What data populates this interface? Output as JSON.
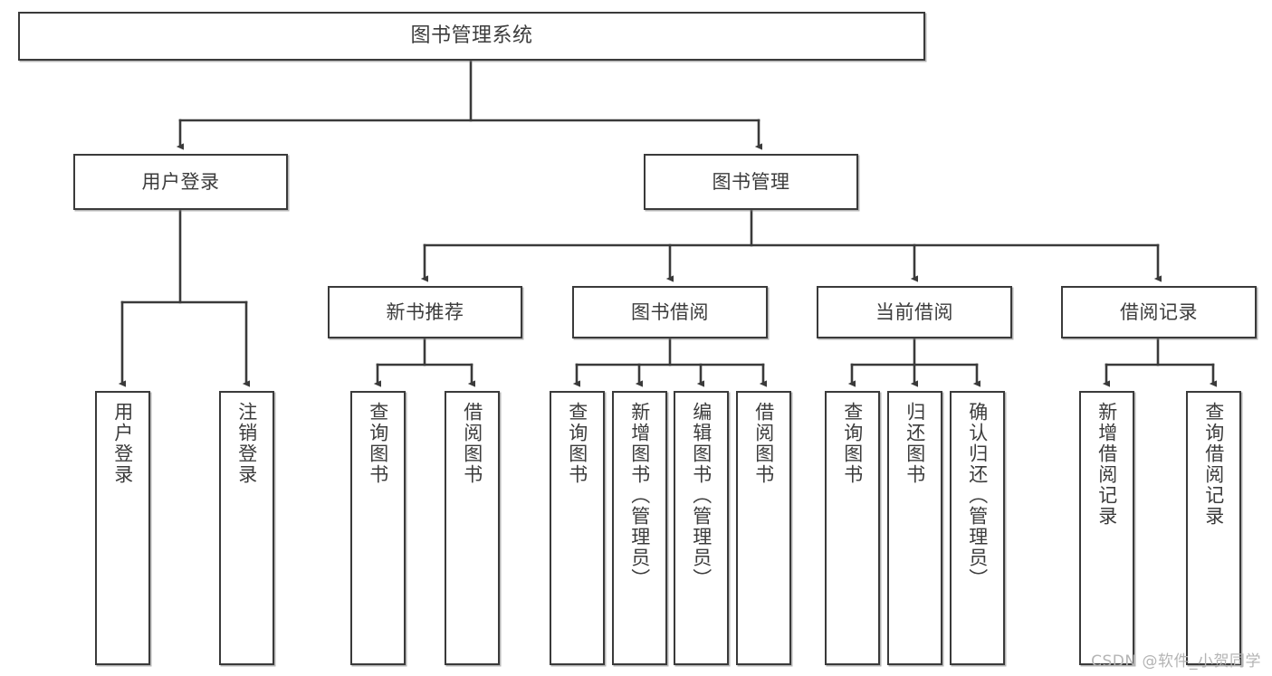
{
  "diagram": {
    "type": "hierarchy-tree",
    "title": "图书管理系统",
    "watermark": "CSDN @软件_小贺同学",
    "colors": {
      "stroke": "#3a3a3a",
      "text": "#3c3c3c",
      "background": "#ffffff",
      "watermark": "#b4b4b4"
    },
    "levels": {
      "root": "图书管理系统",
      "level2": [
        "用户登录",
        "图书管理"
      ],
      "level3": [
        "新书推荐",
        "图书借阅",
        "当前借阅",
        "借阅记录"
      ]
    },
    "nodes": {
      "root": {
        "label": "图书管理系统"
      },
      "user_login": {
        "label": "用户登录"
      },
      "book_manage": {
        "label": "图书管理"
      },
      "new_book_rec": {
        "label": "新书推荐"
      },
      "book_borrow": {
        "label": "图书借阅"
      },
      "current_borrow": {
        "label": "当前借阅"
      },
      "borrow_record": {
        "label": "借阅记录"
      },
      "leaf_user_login": {
        "label": "用户登录"
      },
      "leaf_user_logout": {
        "label": "注销登录"
      },
      "leaf_rec_query": {
        "label": "查询图书"
      },
      "leaf_rec_borrow": {
        "label": "借阅图书"
      },
      "leaf_borrow_query": {
        "label": "查询图书"
      },
      "leaf_borrow_add": {
        "label": "新增图书（管理员）"
      },
      "leaf_borrow_edit": {
        "label": "编辑图书（管理员）"
      },
      "leaf_borrow_borrow": {
        "label": "借阅图书"
      },
      "leaf_cur_query": {
        "label": "查询图书"
      },
      "leaf_cur_return": {
        "label": "归还图书"
      },
      "leaf_cur_confirm": {
        "label": "确认归还（管理员）"
      },
      "leaf_rec_add": {
        "label": "新增借阅记录"
      },
      "leaf_rec_query2": {
        "label": "查询借阅记录"
      }
    },
    "edges": [
      {
        "from": "root",
        "to": "user_login"
      },
      {
        "from": "root",
        "to": "book_manage"
      },
      {
        "from": "user_login",
        "to": "leaf_user_login"
      },
      {
        "from": "user_login",
        "to": "leaf_user_logout"
      },
      {
        "from": "book_manage",
        "to": "new_book_rec"
      },
      {
        "from": "book_manage",
        "to": "book_borrow"
      },
      {
        "from": "book_manage",
        "to": "current_borrow"
      },
      {
        "from": "book_manage",
        "to": "borrow_record"
      },
      {
        "from": "new_book_rec",
        "to": "leaf_rec_query"
      },
      {
        "from": "new_book_rec",
        "to": "leaf_rec_borrow"
      },
      {
        "from": "book_borrow",
        "to": "leaf_borrow_query"
      },
      {
        "from": "book_borrow",
        "to": "leaf_borrow_add"
      },
      {
        "from": "book_borrow",
        "to": "leaf_borrow_edit"
      },
      {
        "from": "book_borrow",
        "to": "leaf_borrow_borrow"
      },
      {
        "from": "current_borrow",
        "to": "leaf_cur_query"
      },
      {
        "from": "current_borrow",
        "to": "leaf_cur_return"
      },
      {
        "from": "current_borrow",
        "to": "leaf_cur_confirm"
      },
      {
        "from": "borrow_record",
        "to": "leaf_rec_add"
      },
      {
        "from": "borrow_record",
        "to": "leaf_rec_query2"
      }
    ]
  }
}
